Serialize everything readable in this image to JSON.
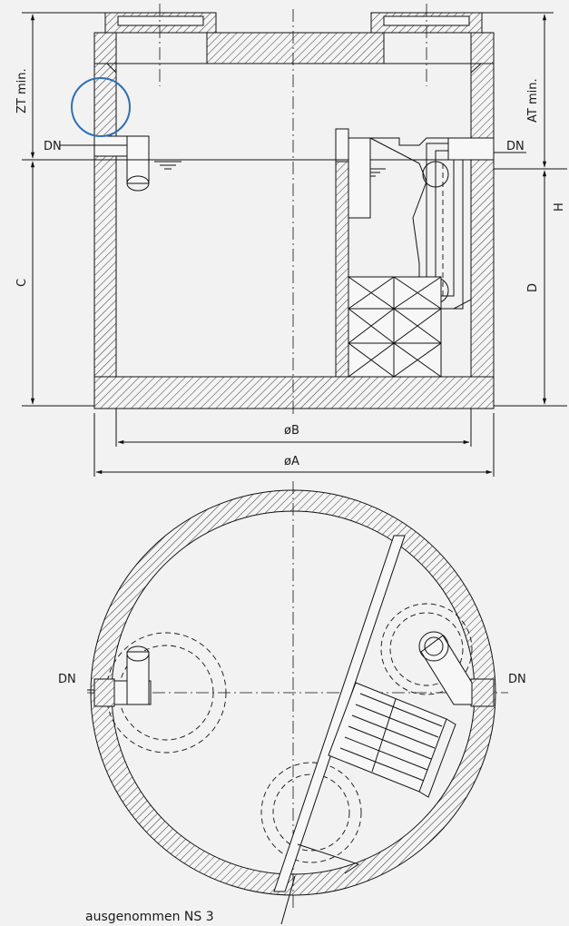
{
  "labels": {
    "zt_min": "ZT min.",
    "at_min": "AT min.",
    "dn_inlet_section": "DN",
    "dn_outlet_section": "DN",
    "c": "C",
    "d": "D",
    "h": "H",
    "dia_b": "øB",
    "dia_a": "øA",
    "dn_inlet_plan": "DN",
    "dn_outlet_plan": "DN",
    "note": "ausgenommen NS 3"
  },
  "colors": {
    "line": "#111111",
    "background": "#f2f2f2",
    "highlight_circle": "#2f6fb3"
  },
  "highlight": {
    "shape": "circle",
    "color": "#2f6fb3"
  }
}
